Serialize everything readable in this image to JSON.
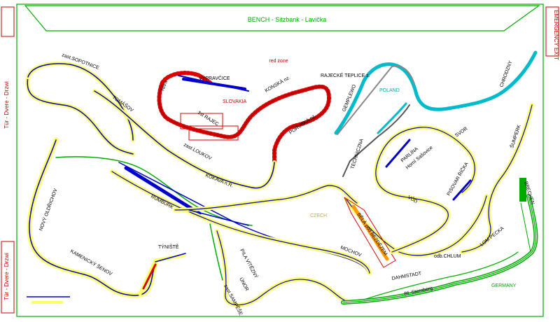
{
  "bench": {
    "label": "BENCH - Sitzbank - Lavička"
  },
  "edges": {
    "left_top": "Tür - Dvere - Drzwi",
    "left_bottom": "Tür - Dvere - Drzwi",
    "right_top": "EMERGENCY EXIT"
  },
  "zones": {
    "red_zone": "red zone",
    "slovakia": "SLOVAKIA",
    "poland": "POLAND",
    "czech": "CZECH",
    "germany": "GERMANY"
  },
  "stations": {
    "vypravcice": "VÝPRAVČICE",
    "nitra": "Nitra",
    "rajec": "žst RAJEC",
    "konska": "KONSKÁ nz.",
    "rajecke_teplice": "RAJECKÉ TEPLICE z.",
    "porubka": "PORUBKA nz.",
    "gemplewo": "GEMPLEWO",
    "chrodzny": "CHRODZNY",
    "sopotnice": "zast.SOPOTNICE",
    "tomasov": "TOMÁŠOV",
    "loukov": "zast.LOUKOV",
    "kokava": "KOKAVA n.R.",
    "technicna": "TECHNICZNA",
    "svor": "SVOR",
    "parlina": "PARLÍNA",
    "horni_sasovice": "Horní Sašovice",
    "sumperk": "ŠUMPERK",
    "novy_oldrichov": "NOVÝ OLDŘICHOV",
    "rumburk": "RUMBURK",
    "vud": "VŮD",
    "pisovar_ricka": "PISOVAR ŘÍČKA",
    "brechen": "BRECHEN",
    "bela": "BĚLÁ pod BEZDĚZEM",
    "kamenicky_senov": "KAMENICKÝ ŠENOV",
    "tyniste": "TÝNIŠTĚ",
    "pila": "PILA VÍTĚZNÝ",
    "unor": "ÚNOR",
    "sampede": "zast.SAMPĚŠE",
    "mochov": "MOCHOV",
    "chlum": "odb.CHLUM",
    "lom_pecka": "LOM PECKA",
    "dahmstadt": "DAHMSTADT",
    "sternberg": "Bf. Sternberg"
  },
  "colors": {
    "track_yellow": "#ffff66",
    "track_blue": "#0000cc",
    "track_green": "#00aa00",
    "track_red": "#dd0000",
    "track_cyan": "#00bbcc",
    "label_red": "#cc0000",
    "label_green": "#00aa00",
    "label_yellow": "#c8b400",
    "bench_green": "#00aa00"
  }
}
